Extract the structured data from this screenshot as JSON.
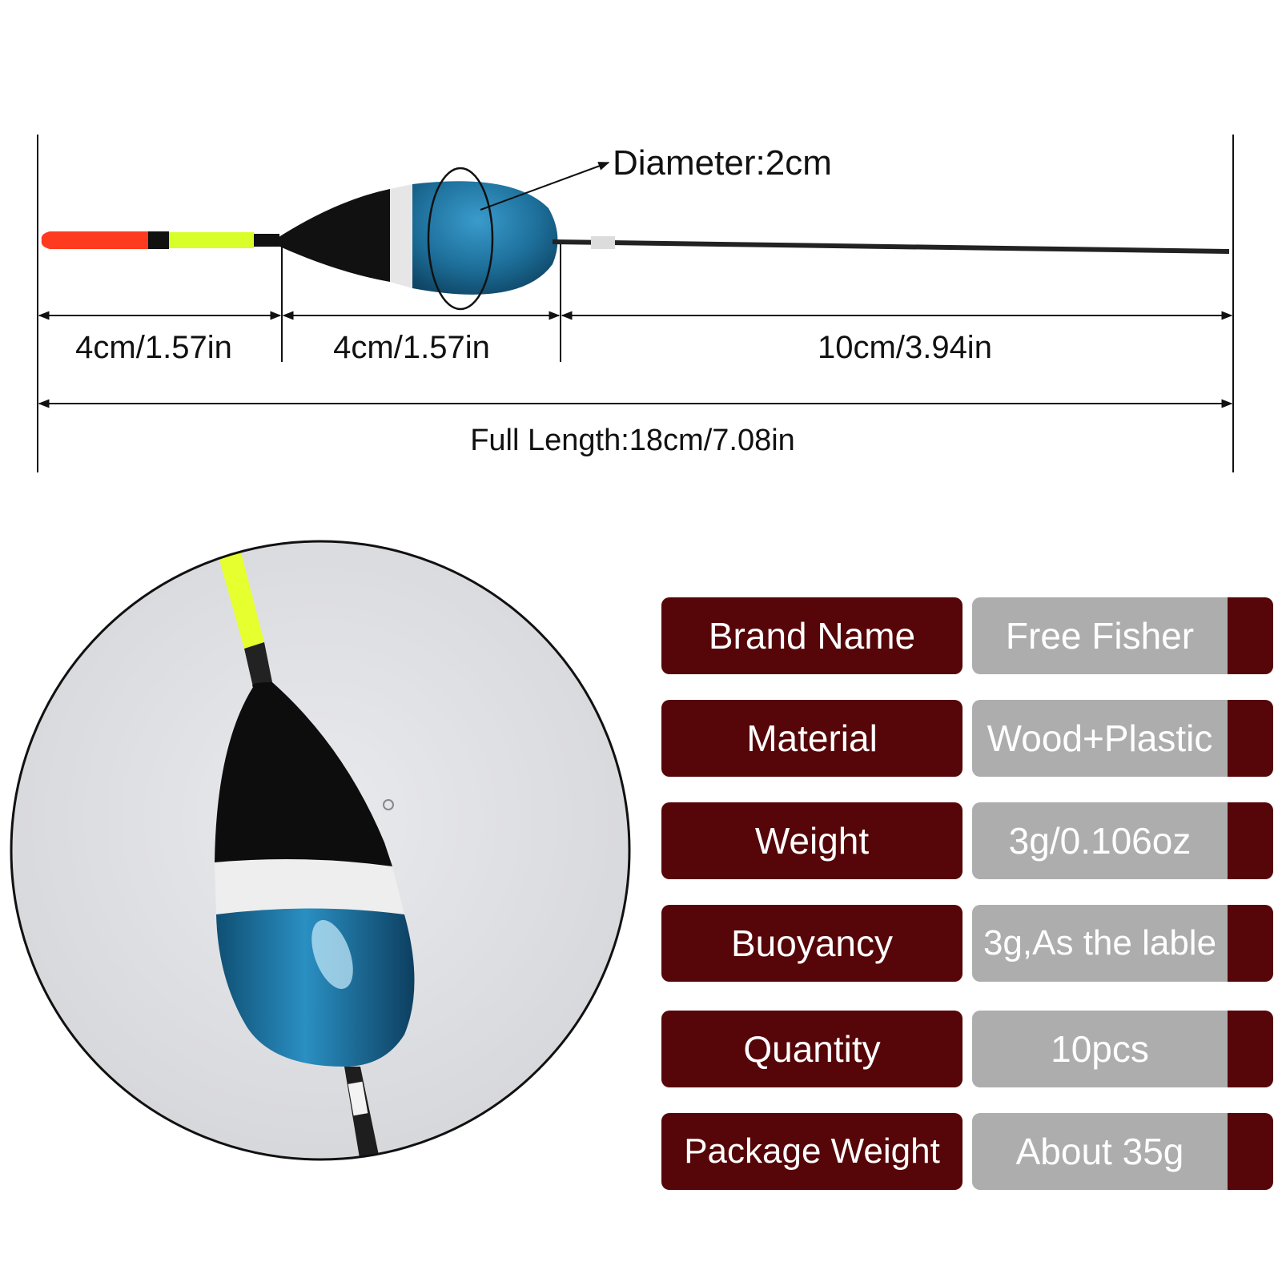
{
  "diagram": {
    "diameter_label": "Diameter:2cm",
    "segments": [
      {
        "label": "4cm/1.57in"
      },
      {
        "label": "4cm/1.57in"
      },
      {
        "label": "10cm/3.94in"
      }
    ],
    "full_length_label": "Full Length:18cm/7.08in"
  },
  "specs": [
    {
      "label": "Brand Name",
      "value": "Free Fisher"
    },
    {
      "label": "Material",
      "value": "Wood+Plastic"
    },
    {
      "label": "Weight",
      "value": "3g/0.106oz"
    },
    {
      "label": "Buoyancy",
      "value": "3g,As the lable"
    },
    {
      "label": "Quantity",
      "value": "10pcs"
    },
    {
      "label": "Package Weight",
      "value": "About 35g"
    }
  ],
  "colors": {
    "label_bg": "#560608",
    "value_bg": "#adadad",
    "float_tip": "#ff3b1f",
    "float_antenna": "#d8ff2a",
    "float_body": "#1d6f9a",
    "float_cap": "#111111",
    "float_band": "#e6e6e6"
  }
}
